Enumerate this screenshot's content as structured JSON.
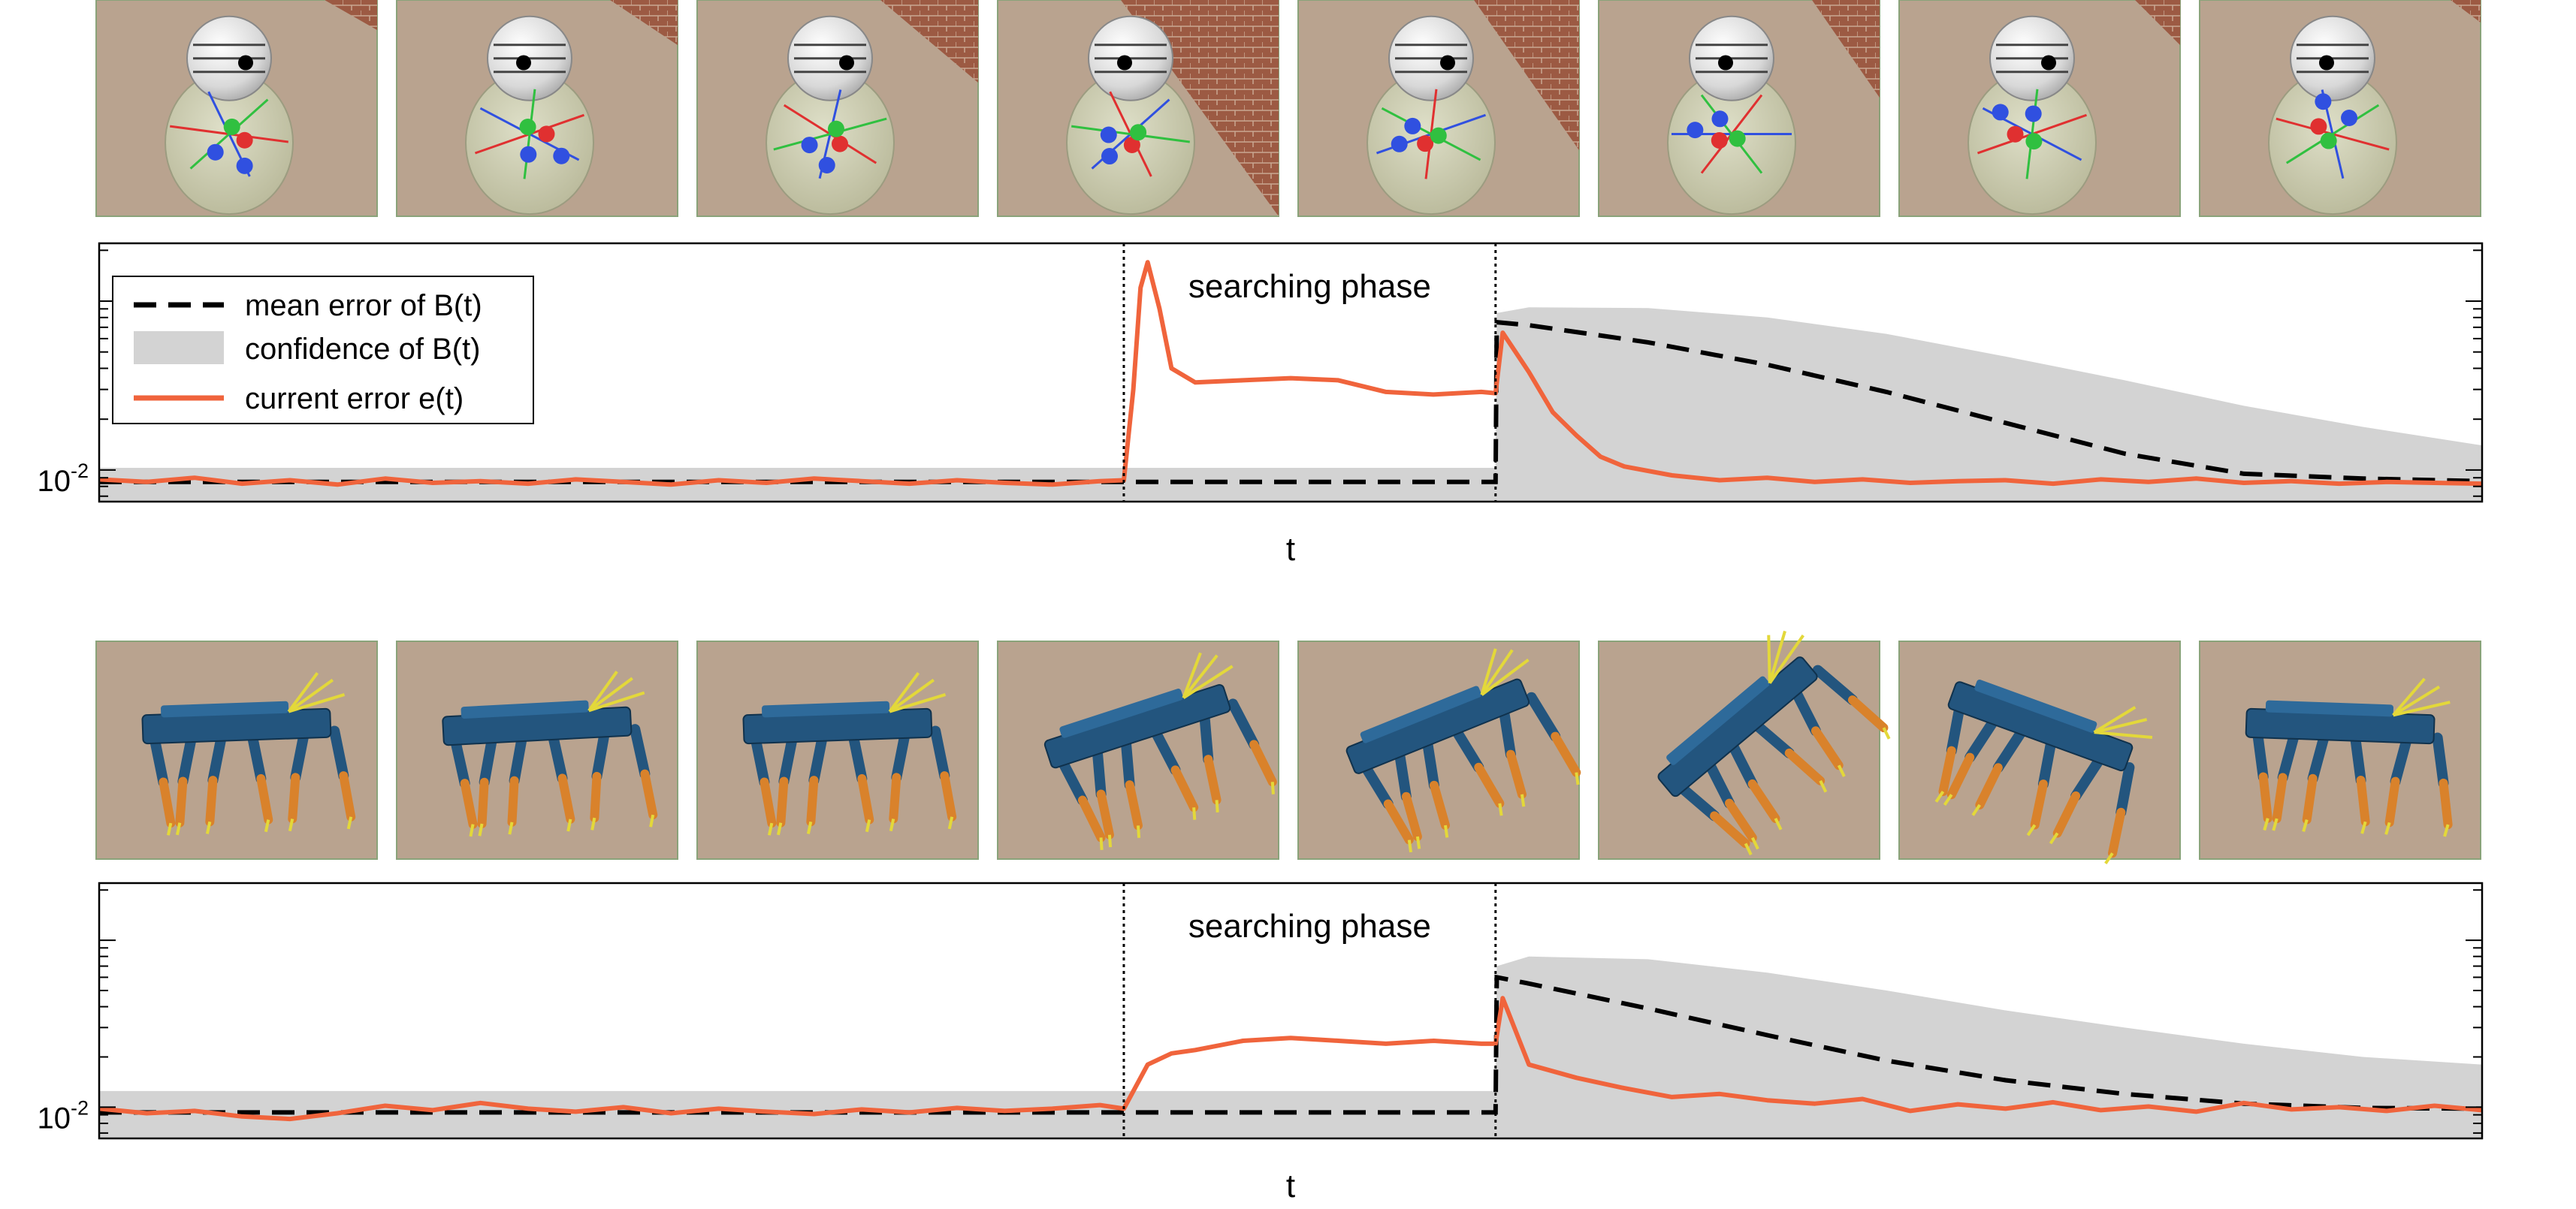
{
  "colors": {
    "tile_bg": "#b9a38f",
    "tile_border": "#8aa37a",
    "brick": "#9c5a43",
    "robot_blue": "#23557e",
    "robot_orange": "#d9822b",
    "robot_yellow": "#e3d83a",
    "mean": "#000000",
    "conf": "#d3d3d3",
    "current": "#f0643c",
    "axis": "#000000"
  },
  "panels": [
    {
      "tile_type": "snowman",
      "tile_icon": "snowman-robot-icon",
      "tile_count": 8
    },
    {
      "tile_type": "hexapod",
      "tile_icon": "hexapod-robot-icon",
      "tile_count": 8
    }
  ],
  "chart_data": [
    {
      "type": "line",
      "xlabel": "t",
      "ylabel": "",
      "y_scale": "log",
      "ytick_labels": [
        "10^-2"
      ],
      "ytick_base": "10",
      "ytick_exp": "-2",
      "xlim": [
        0,
        1
      ],
      "ylim": [
        0.0065,
        0.22
      ],
      "annotation": "searching phase",
      "phase_bounds": [
        0.43,
        0.586
      ],
      "legend": {
        "placement": "top-left",
        "entries": [
          "mean error of B(t)",
          "confidence of B(t)",
          "current error e(t)"
        ]
      },
      "series": [
        {
          "name": "mean error of B(t)",
          "style": "dashed",
          "x": [
            0,
            0.43,
            0.586,
            0.5865,
            0.6,
            0.65,
            0.7,
            0.75,
            0.8,
            0.85,
            0.9,
            0.95,
            1.0
          ],
          "y": [
            0.0085,
            0.0085,
            0.0085,
            0.075,
            0.072,
            0.057,
            0.042,
            0.029,
            0.019,
            0.0125,
            0.0095,
            0.0089,
            0.0086
          ]
        },
        {
          "name": "confidence of B(t)",
          "style": "band",
          "x": [
            0,
            0.43,
            0.586,
            0.5865,
            0.6,
            0.65,
            0.7,
            0.75,
            0.8,
            0.85,
            0.9,
            0.95,
            1.0
          ],
          "y_low": [
            0.0065,
            0.0065,
            0.0065,
            0.0065,
            0.0065,
            0.0065,
            0.0065,
            0.0065,
            0.0065,
            0.0065,
            0.0065,
            0.0065,
            0.0065
          ],
          "y_high": [
            0.0103,
            0.0103,
            0.0103,
            0.085,
            0.092,
            0.091,
            0.08,
            0.064,
            0.047,
            0.034,
            0.024,
            0.018,
            0.014
          ]
        },
        {
          "name": "current error e(t)",
          "style": "solid",
          "x": [
            0,
            0.02,
            0.04,
            0.06,
            0.08,
            0.1,
            0.12,
            0.14,
            0.16,
            0.18,
            0.2,
            0.22,
            0.24,
            0.26,
            0.28,
            0.3,
            0.32,
            0.34,
            0.36,
            0.38,
            0.4,
            0.42,
            0.43,
            0.434,
            0.437,
            0.44,
            0.445,
            0.45,
            0.46,
            0.48,
            0.5,
            0.52,
            0.54,
            0.56,
            0.58,
            0.586,
            0.589,
            0.6,
            0.61,
            0.62,
            0.63,
            0.64,
            0.66,
            0.68,
            0.7,
            0.72,
            0.74,
            0.76,
            0.78,
            0.8,
            0.82,
            0.84,
            0.86,
            0.88,
            0.9,
            0.92,
            0.94,
            0.96,
            0.98,
            1.0
          ],
          "y": [
            0.0088,
            0.0085,
            0.009,
            0.0083,
            0.0087,
            0.0082,
            0.0089,
            0.0084,
            0.0086,
            0.0083,
            0.0088,
            0.0085,
            0.0082,
            0.0087,
            0.0084,
            0.0089,
            0.0086,
            0.0083,
            0.0087,
            0.0084,
            0.0082,
            0.0086,
            0.0087,
            0.03,
            0.12,
            0.17,
            0.09,
            0.04,
            0.033,
            0.034,
            0.035,
            0.034,
            0.029,
            0.028,
            0.029,
            0.0285,
            0.065,
            0.038,
            0.022,
            0.016,
            0.012,
            0.0105,
            0.0093,
            0.0087,
            0.009,
            0.0085,
            0.0088,
            0.0084,
            0.0086,
            0.0087,
            0.0083,
            0.0088,
            0.0085,
            0.0089,
            0.0084,
            0.0086,
            0.0083,
            0.0085,
            0.0084,
            0.0083
          ]
        }
      ]
    },
    {
      "type": "line",
      "xlabel": "t",
      "ylabel": "",
      "y_scale": "log",
      "ytick_labels": [
        "10^-2"
      ],
      "ytick_base": "10",
      "ytick_exp": "-2",
      "xlim": [
        0,
        1
      ],
      "ylim": [
        0.0065,
        0.22
      ],
      "annotation": "searching phase",
      "phase_bounds": [
        0.43,
        0.586
      ],
      "series": [
        {
          "name": "mean error of B(t)",
          "style": "dashed",
          "x": [
            0,
            0.43,
            0.586,
            0.5865,
            0.6,
            0.65,
            0.7,
            0.75,
            0.8,
            0.85,
            0.9,
            0.95,
            1.0
          ],
          "y": [
            0.0093,
            0.0093,
            0.0093,
            0.06,
            0.055,
            0.039,
            0.027,
            0.019,
            0.0145,
            0.012,
            0.0105,
            0.0099,
            0.0098
          ]
        },
        {
          "name": "confidence of B(t)",
          "style": "band",
          "x": [
            0,
            0.43,
            0.586,
            0.5865,
            0.6,
            0.65,
            0.7,
            0.75,
            0.8,
            0.85,
            0.9,
            0.95,
            1.0
          ],
          "y_low": [
            0.0065,
            0.0065,
            0.0065,
            0.0065,
            0.0065,
            0.0065,
            0.0065,
            0.0065,
            0.0065,
            0.0065,
            0.0065,
            0.0065,
            0.0065
          ],
          "y_high": [
            0.0125,
            0.0125,
            0.0125,
            0.07,
            0.08,
            0.077,
            0.064,
            0.05,
            0.038,
            0.03,
            0.024,
            0.02,
            0.018
          ]
        },
        {
          "name": "current error e(t)",
          "style": "solid",
          "x": [
            0,
            0.02,
            0.04,
            0.06,
            0.08,
            0.1,
            0.12,
            0.14,
            0.16,
            0.18,
            0.2,
            0.22,
            0.24,
            0.26,
            0.28,
            0.3,
            0.32,
            0.34,
            0.36,
            0.38,
            0.4,
            0.42,
            0.43,
            0.44,
            0.45,
            0.46,
            0.48,
            0.5,
            0.52,
            0.54,
            0.56,
            0.58,
            0.586,
            0.589,
            0.6,
            0.62,
            0.64,
            0.66,
            0.68,
            0.7,
            0.72,
            0.74,
            0.76,
            0.78,
            0.8,
            0.82,
            0.84,
            0.86,
            0.88,
            0.9,
            0.92,
            0.94,
            0.96,
            0.98,
            1.0
          ],
          "y": [
            0.0098,
            0.0092,
            0.0095,
            0.0088,
            0.0085,
            0.0092,
            0.0102,
            0.0096,
            0.0106,
            0.0098,
            0.0094,
            0.01,
            0.0092,
            0.0098,
            0.0094,
            0.0091,
            0.0097,
            0.0093,
            0.0099,
            0.0095,
            0.0098,
            0.0103,
            0.0098,
            0.018,
            0.021,
            0.022,
            0.025,
            0.026,
            0.025,
            0.024,
            0.025,
            0.024,
            0.024,
            0.045,
            0.018,
            0.015,
            0.013,
            0.0115,
            0.012,
            0.011,
            0.0105,
            0.0112,
            0.0095,
            0.0104,
            0.0098,
            0.0107,
            0.0096,
            0.0101,
            0.0094,
            0.0106,
            0.0097,
            0.01,
            0.0095,
            0.0102,
            0.0096
          ]
        }
      ]
    }
  ]
}
